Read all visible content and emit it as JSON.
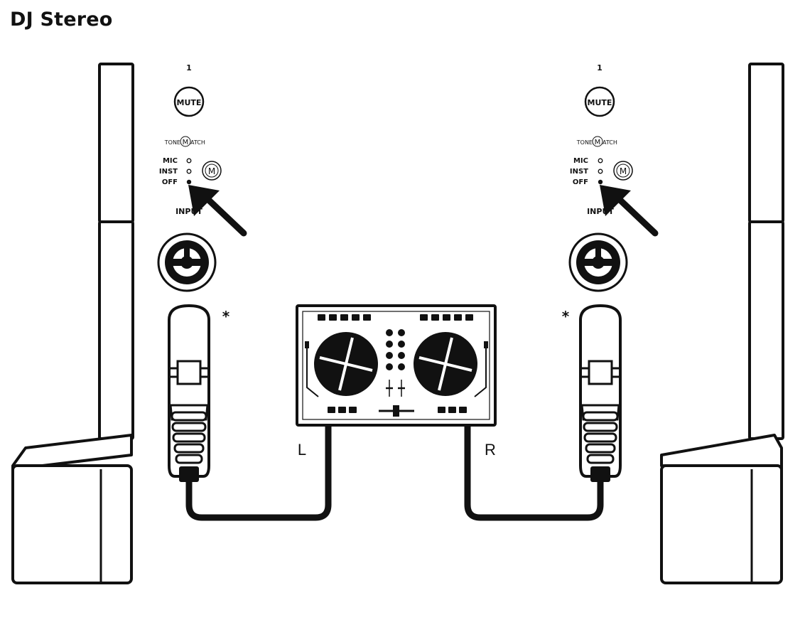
{
  "title": "DJ Stereo",
  "colors": {
    "ink": "#111111",
    "background": "#ffffff"
  },
  "channel_panels": [
    {
      "channel_number": "1",
      "mute_label": "MUTE",
      "tonematch_left": "TONE",
      "tonematch_mid": "M",
      "tonematch_right": "ATCH",
      "modes": [
        "MIC",
        "INST",
        "OFF"
      ],
      "selected_mode": "OFF",
      "m_button": "M",
      "input_label": "INPUT",
      "note_marker": "*",
      "icon": "pointer-arrow-icon"
    },
    {
      "channel_number": "1",
      "mute_label": "MUTE",
      "tonematch_left": "TONE",
      "tonematch_mid": "M",
      "tonematch_right": "ATCH",
      "modes": [
        "MIC",
        "INST",
        "OFF"
      ],
      "selected_mode": "OFF",
      "m_button": "M",
      "input_label": "INPUT",
      "note_marker": "*",
      "icon": "pointer-arrow-icon"
    }
  ],
  "controller": {
    "left_output": "L",
    "right_output": "R",
    "icon": "dj-controller-icon"
  },
  "icons": [
    "speaker-column-icon",
    "combo-jack-icon",
    "xlr-connector-icon",
    "cable-icon"
  ]
}
